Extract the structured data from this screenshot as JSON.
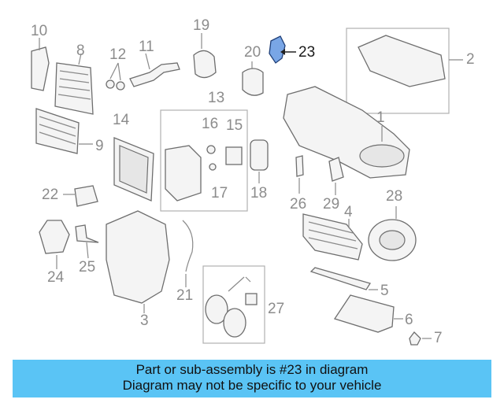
{
  "diagram": {
    "highlight_color": "#79a6e6",
    "callouts": [
      "1",
      "2",
      "3",
      "4",
      "5",
      "6",
      "7",
      "8",
      "9",
      "10",
      "11",
      "12",
      "13",
      "14",
      "15",
      "16",
      "17",
      "18",
      "19",
      "20",
      "21",
      "22",
      "23",
      "24",
      "25",
      "26",
      "27",
      "28",
      "29"
    ],
    "highlighted_callout": "23"
  },
  "banner": {
    "line1": "Part or sub-assembly is #23 in diagram",
    "line2": "Diagram may not be specific to your vehicle",
    "background": "#5ac4f5"
  }
}
